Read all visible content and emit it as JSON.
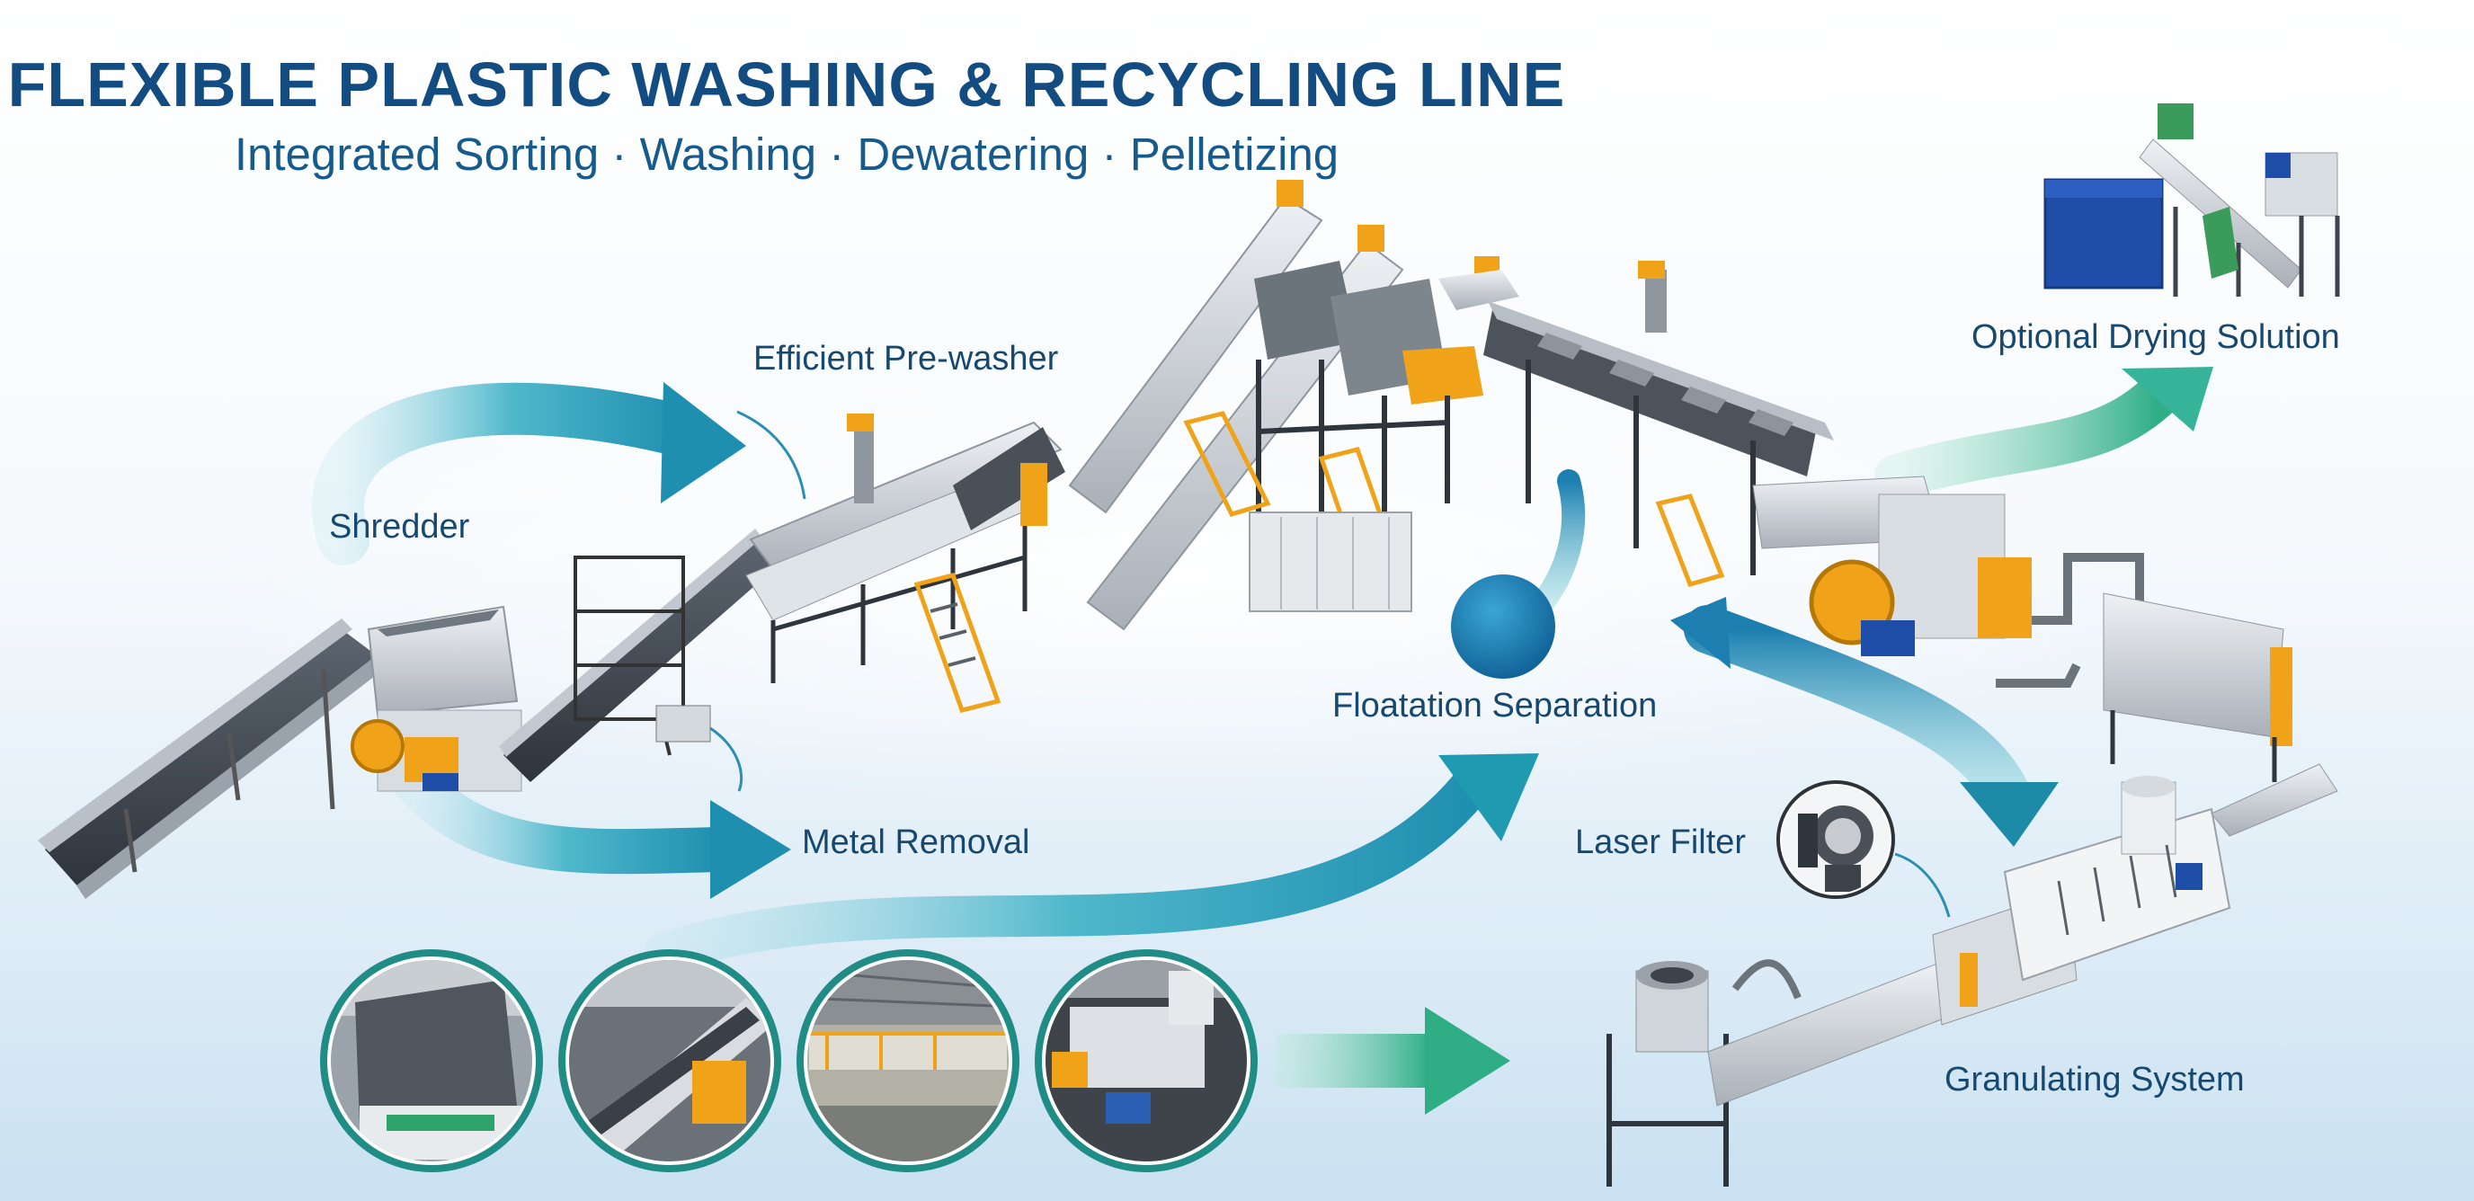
{
  "title": "FLEXIBLE PLASTIC WASHING & RECYCLING LINE",
  "subtitle": "Integrated Sorting · Washing · Dewatering · Pelletizing",
  "labels": {
    "shredder": "Shredder",
    "pre_washer": "Efficient Pre-washer",
    "metal_removal": "Metal Removal",
    "floatation": "Floatation Separation",
    "laser_filter": "Laser Filter",
    "drying": "Optional Drying Solution",
    "granulating": "Granulating System"
  },
  "colors": {
    "title": "#134c80",
    "label": "#17486f",
    "arrow_teal": "#27a3b5",
    "arrow_green": "#33b388",
    "machine_steel": "#c8ccd1",
    "machine_orange": "#f0a218",
    "machine_blue": "#1f4ea8"
  },
  "photo_thumbnails": [
    {
      "subject": "shredder-photo"
    },
    {
      "subject": "conveyor-photo"
    },
    {
      "subject": "washing-line-photo"
    },
    {
      "subject": "extruder-photo"
    }
  ]
}
